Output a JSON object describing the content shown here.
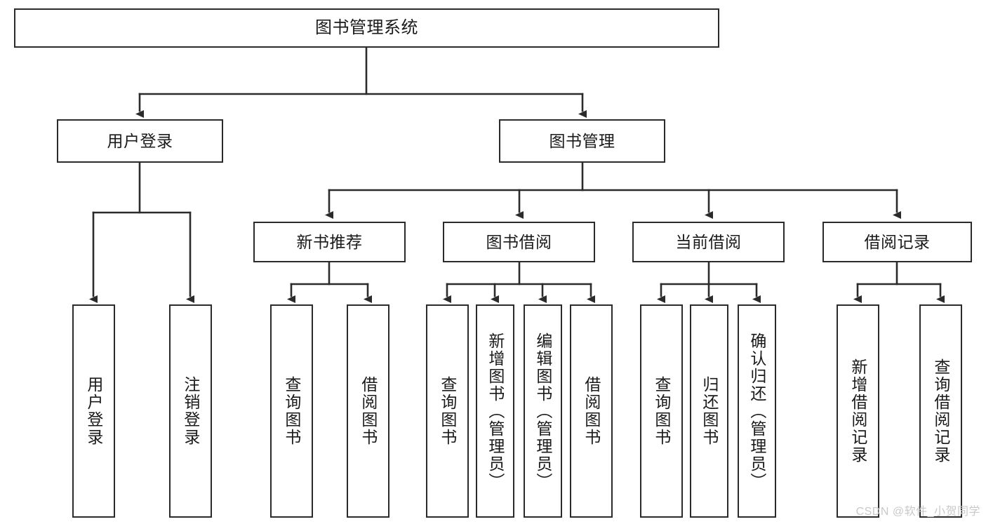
{
  "diagram": {
    "title": "图书管理系统",
    "type": "tree-hierarchy",
    "line_color": "#2b2b2b",
    "box_fill": "#ffffff",
    "text_color": "#1a1a1a",
    "levels": {
      "root": {
        "label": "图书管理系统"
      },
      "level1": [
        {
          "label": "用户登录"
        },
        {
          "label": "图书管理"
        }
      ],
      "level2": [
        {
          "label": "新书推荐"
        },
        {
          "label": "图书借阅"
        },
        {
          "label": "当前借阅"
        },
        {
          "label": "借阅记录"
        }
      ],
      "level3": [
        {
          "label": "用户登录"
        },
        {
          "label": "注销登录"
        },
        {
          "label": "查询图书"
        },
        {
          "label": "借阅图书"
        },
        {
          "label": "查询图书"
        },
        {
          "label": "新增图书（管理员）"
        },
        {
          "label": "编辑图书（管理员）"
        },
        {
          "label": "借阅图书"
        },
        {
          "label": "查询图书"
        },
        {
          "label": "归还图书"
        },
        {
          "label": "确认归还（管理员）"
        },
        {
          "label": "新增借阅记录"
        },
        {
          "label": "查询借阅记录"
        }
      ]
    }
  },
  "watermark": {
    "text": "CSDN @软件_小贺同学"
  }
}
